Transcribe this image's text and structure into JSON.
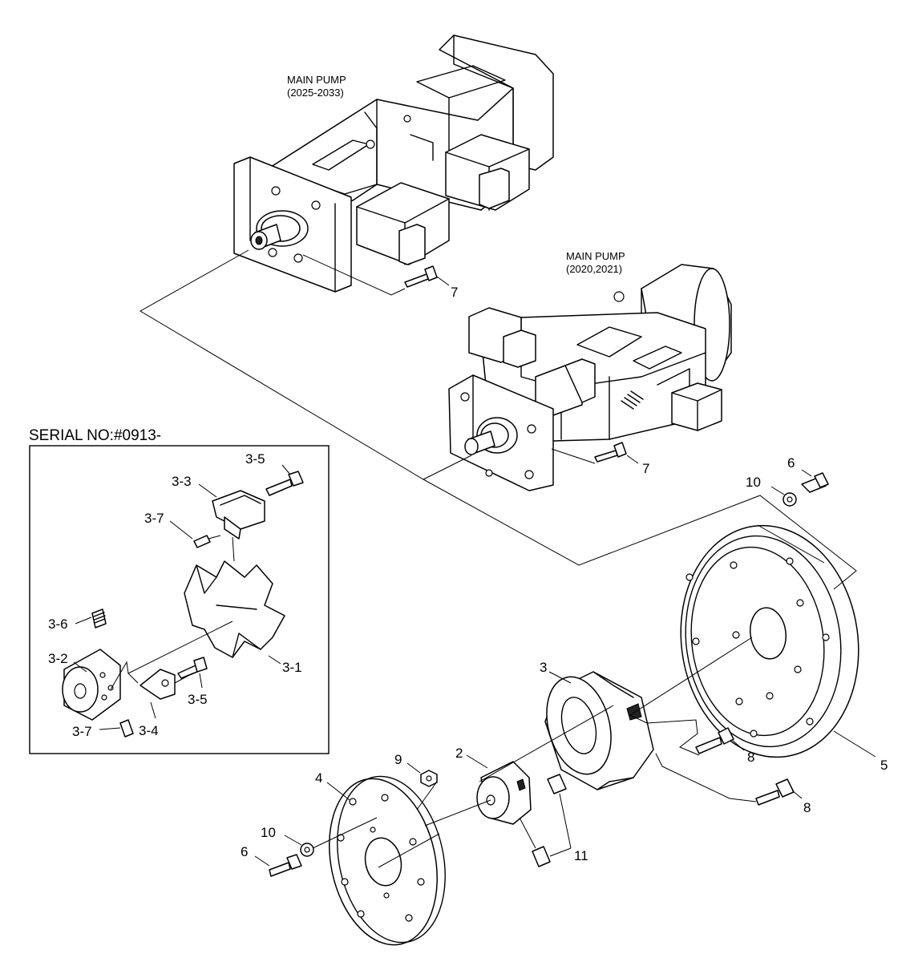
{
  "pump_upper": {
    "title": "MAIN PUMP",
    "subtitle": "(2025-2033)"
  },
  "pump_lower": {
    "title": "MAIN PUMP",
    "subtitle": "(2020,2021)"
  },
  "inset": {
    "serial": "SERIAL NO:#0913-"
  },
  "callouts": {
    "c7a": "7",
    "c7b": "7",
    "c6a": "6",
    "c10a": "10",
    "c5": "5",
    "c3": "3",
    "c8a": "8",
    "c8b": "8",
    "c2": "2",
    "c9": "9",
    "c4": "4",
    "c10b": "10",
    "c6b": "6",
    "c11": "11",
    "i35a": "3-5",
    "i33": "3-3",
    "i37a": "3-7",
    "i36": "3-6",
    "i32": "3-2",
    "i31": "3-1",
    "i35b": "3-5",
    "i37b": "3-7",
    "i34": "3-4"
  }
}
